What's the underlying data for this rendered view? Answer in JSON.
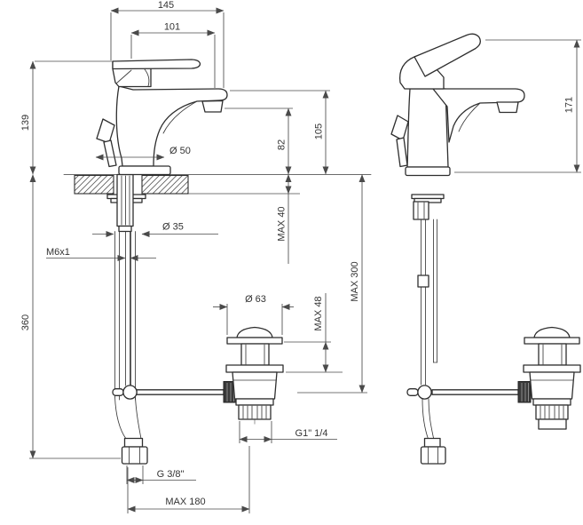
{
  "drawing": {
    "kind": "basin-mixer-installation-dimension-drawing",
    "colors": {
      "background": "#ffffff",
      "object_line": "#2e2e2e",
      "dimension_line": "#4a4a4a"
    }
  },
  "dimensions": {
    "overall_width": "145",
    "spout_reach": "101",
    "spout_height": "139",
    "under_counter_length": "360",
    "body_diameter": "Ø 50",
    "hole_diameter": "Ø 35",
    "stud_thread": "M6x1",
    "outlet_height": "82",
    "spout_top_height": "105",
    "counter_thickness": "MAX 40",
    "rod_length": "MAX 300",
    "waste_flange_diameter": "Ø 63",
    "waste_adjust": "MAX 48",
    "waste_thread": "G1\" 1/4",
    "hose_thread": "G 3/8\"",
    "axis_distance": "MAX 180",
    "side_overall_height": "171"
  }
}
